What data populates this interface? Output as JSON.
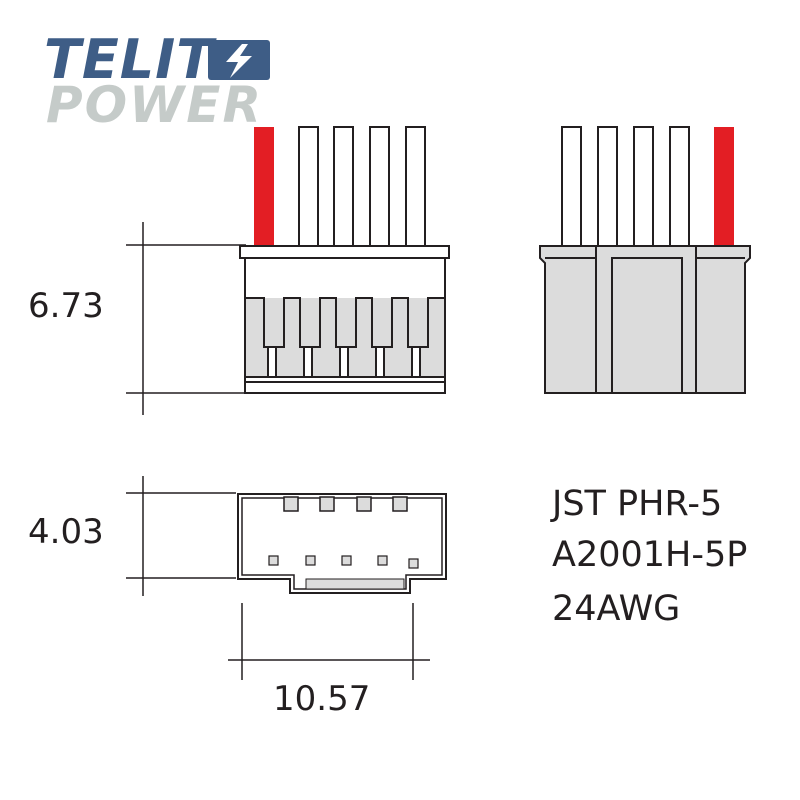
{
  "logo": {
    "line1": "TELIT",
    "line2": "POWER",
    "colors": {
      "primary": "#3e5d86",
      "secondary": "#c5cbc9"
    }
  },
  "dimensions": {
    "height": "6.73",
    "depth": "4.03",
    "width": "10.57"
  },
  "spec": {
    "line1": "JST PHR-5",
    "line2": "A2001H-5P",
    "line3": "24AWG"
  },
  "connector": {
    "pin_count": 5,
    "colors": {
      "red_wire": "#e31e24",
      "body_fill": "#dcdcdc",
      "outline": "#231f20",
      "background": "#ffffff"
    }
  }
}
